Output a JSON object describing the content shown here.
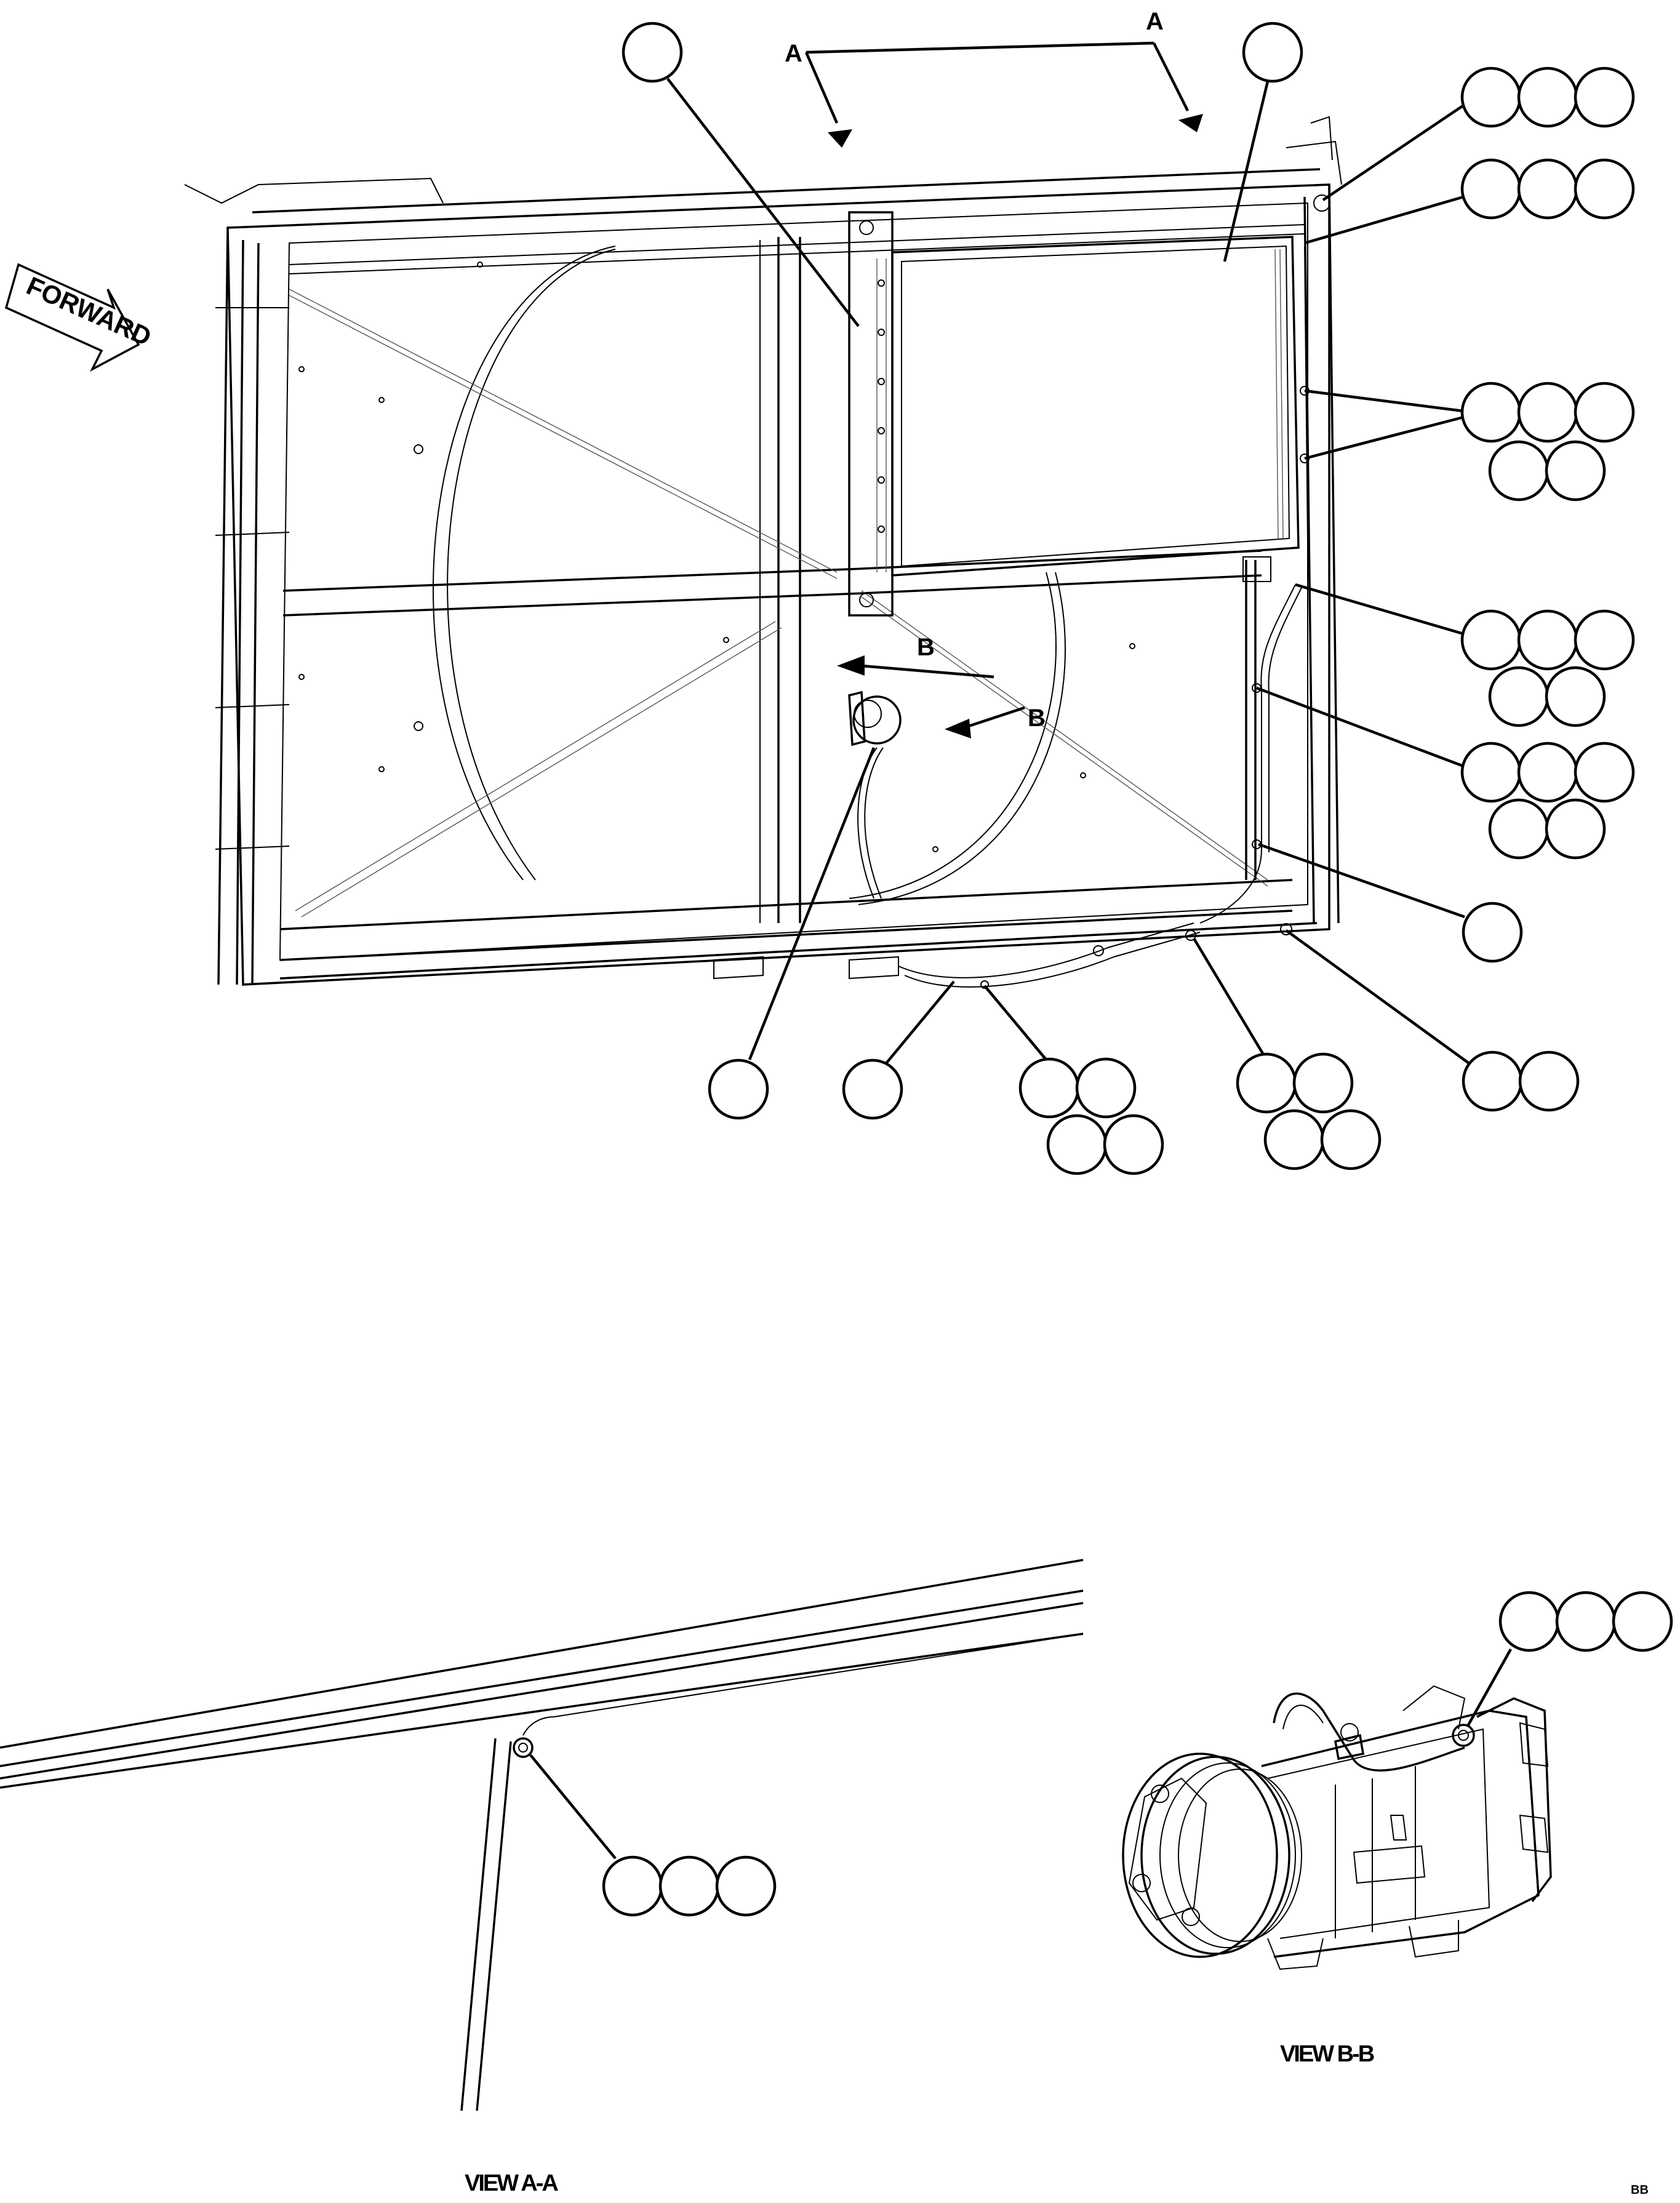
{
  "labels": {
    "forward": "FORWARD",
    "section_a": "A",
    "section_b": "B",
    "view_a": "VIEW A-A",
    "view_b": "VIEW B-B",
    "corner_code": "BB"
  },
  "callout_groups": [
    {
      "id": "condenser-bracket",
      "bubbles": 1
    },
    {
      "id": "condenser",
      "bubbles": 1
    },
    {
      "id": "upper-fitting",
      "bubbles": 3
    },
    {
      "id": "top-clip",
      "bubbles": 3
    },
    {
      "id": "mid-clips",
      "bubbles": 5
    },
    {
      "id": "line-clip-upper",
      "bubbles": 5
    },
    {
      "id": "line-clip-lower",
      "bubbles": 5
    },
    {
      "id": "receiver-drier",
      "bubbles": 1
    },
    {
      "id": "bottom-right-fitting",
      "bubbles": 2
    },
    {
      "id": "compressor",
      "bubbles": 1
    },
    {
      "id": "hose",
      "bubbles": 1
    },
    {
      "id": "hose-clip-left",
      "bubbles": 4
    },
    {
      "id": "hose-clip-right",
      "bubbles": 4
    },
    {
      "id": "view-a-fitting",
      "bubbles": 3
    },
    {
      "id": "view-b-fitting",
      "bubbles": 3
    }
  ],
  "colors": {
    "line": "#000000",
    "background": "#ffffff",
    "detail": "#555555"
  }
}
